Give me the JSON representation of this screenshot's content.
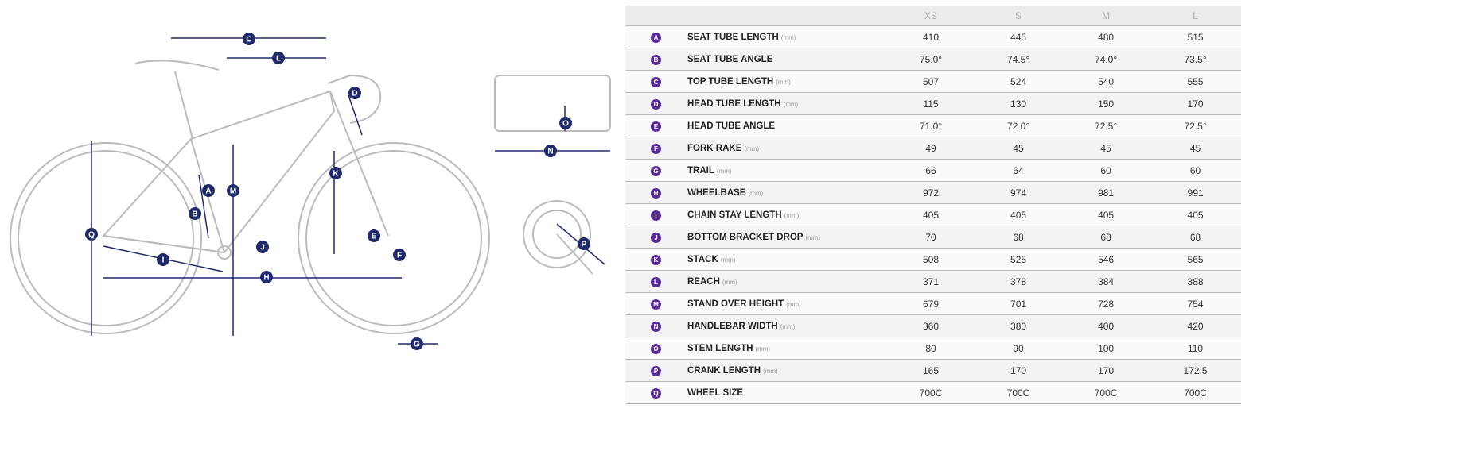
{
  "sizes": [
    "XS",
    "S",
    "M",
    "L"
  ],
  "rows": [
    {
      "key": "A",
      "label": "SEAT TUBE LENGTH",
      "unit": "(mm)",
      "values": [
        "410",
        "445",
        "480",
        "515"
      ]
    },
    {
      "key": "B",
      "label": "SEAT TUBE ANGLE",
      "unit": "",
      "values": [
        "75.0°",
        "74.5°",
        "74.0°",
        "73.5°"
      ]
    },
    {
      "key": "C",
      "label": "TOP TUBE LENGTH",
      "unit": "(mm)",
      "values": [
        "507",
        "524",
        "540",
        "555"
      ]
    },
    {
      "key": "D",
      "label": "HEAD TUBE LENGTH",
      "unit": "(mm)",
      "values": [
        "115",
        "130",
        "150",
        "170"
      ]
    },
    {
      "key": "E",
      "label": "HEAD TUBE ANGLE",
      "unit": "",
      "values": [
        "71.0°",
        "72.0°",
        "72.5°",
        "72.5°"
      ]
    },
    {
      "key": "F",
      "label": "FORK RAKE",
      "unit": "(mm)",
      "values": [
        "49",
        "45",
        "45",
        "45"
      ]
    },
    {
      "key": "G",
      "label": "TRAIL",
      "unit": "(mm)",
      "values": [
        "66",
        "64",
        "60",
        "60"
      ]
    },
    {
      "key": "H",
      "label": "WHEELBASE",
      "unit": "(mm)",
      "values": [
        "972",
        "974",
        "981",
        "991"
      ]
    },
    {
      "key": "I",
      "label": "CHAIN STAY LENGTH",
      "unit": "(mm)",
      "values": [
        "405",
        "405",
        "405",
        "405"
      ]
    },
    {
      "key": "J",
      "label": "BOTTOM BRACKET DROP",
      "unit": "(mm)",
      "values": [
        "70",
        "68",
        "68",
        "68"
      ]
    },
    {
      "key": "K",
      "label": "STACK",
      "unit": "(mm)",
      "values": [
        "508",
        "525",
        "546",
        "565"
      ]
    },
    {
      "key": "L",
      "label": "REACH",
      "unit": "(mm)",
      "values": [
        "371",
        "378",
        "384",
        "388"
      ]
    },
    {
      "key": "M",
      "label": "STAND OVER HEIGHT",
      "unit": "(mm)",
      "values": [
        "679",
        "701",
        "728",
        "754"
      ]
    },
    {
      "key": "N",
      "label": "HANDLEBAR WIDTH",
      "unit": "(mm)",
      "values": [
        "360",
        "380",
        "400",
        "420"
      ]
    },
    {
      "key": "O",
      "label": "STEM LENGTH",
      "unit": "(mm)",
      "values": [
        "80",
        "90",
        "100",
        "110"
      ]
    },
    {
      "key": "P",
      "label": "CRANK LENGTH",
      "unit": "(mm)",
      "values": [
        "165",
        "170",
        "170",
        "172.5"
      ]
    },
    {
      "key": "Q",
      "label": "WHEEL SIZE",
      "unit": "",
      "values": [
        "700C",
        "700C",
        "700C",
        "700C"
      ]
    }
  ],
  "colors": {
    "badge": "#5b2a9a",
    "arrow": "#1f2a6b",
    "frame": "#bbbbbb"
  }
}
